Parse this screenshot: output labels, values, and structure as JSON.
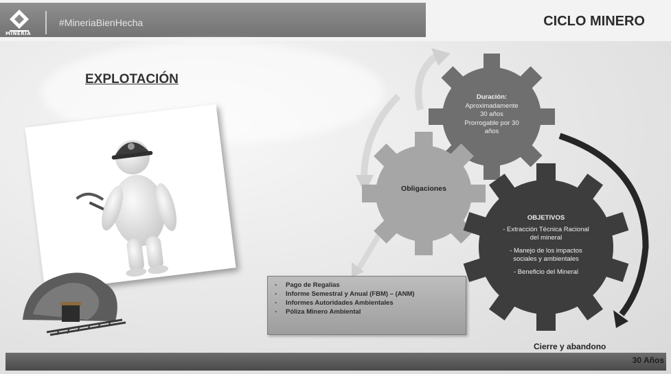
{
  "header": {
    "logo_text": "MINERÍA",
    "hashtag": "#MineriaBienHecha",
    "section_title": "CICLO MINERO"
  },
  "main": {
    "title": "EXPLOTACIÓN"
  },
  "gears": {
    "duracion": {
      "title": "Duración:",
      "line1": "Aproximadamente",
      "line2": "30 años",
      "line3": "Prorrogable por 30",
      "line4": "años"
    },
    "obligaciones": {
      "label": "Obligaciones"
    },
    "objetivos": {
      "title": "OBJETIVOS",
      "items": [
        "- Extracción Técnica Racional del mineral",
        "- Manejo de los impactos sociales y ambientales",
        "- Beneficio del Mineral"
      ]
    }
  },
  "obligations_list": [
    "Pago de Regalías",
    "Informe Semestral y Anual (FBM) – (ANM)",
    "Informes Autoridades Ambientales",
    "Póliza Minero Ambiental"
  ],
  "footer": {
    "cierre": "Cierre y abandono",
    "duration_label": "30 Años"
  },
  "colors": {
    "header_bar": "#7f7f7f",
    "gear_duracion": "#6f6f6f",
    "gear_obligaciones": "#a6a6a6",
    "gear_objetivos": "#3d3d3d",
    "timeline_bar": "#5a5a5a"
  },
  "icons": {
    "logo": "mineria-logo-icon",
    "miner": "miner-figure-icon",
    "mine": "mine-entrance-icon"
  }
}
